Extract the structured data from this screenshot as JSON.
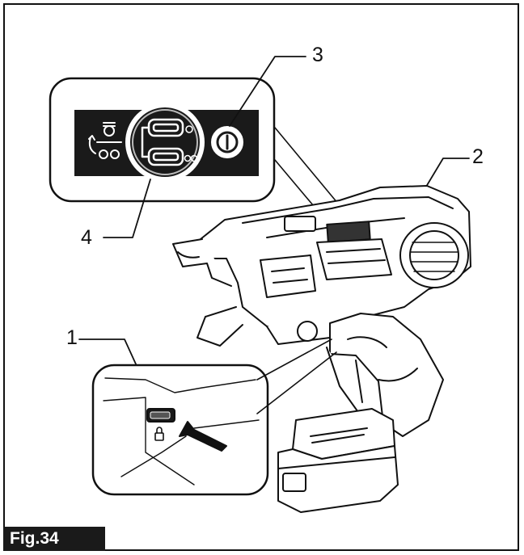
{
  "callouts": [
    {
      "id": "1",
      "label": "1"
    },
    {
      "id": "2",
      "label": "2"
    },
    {
      "id": "3",
      "label": "3"
    },
    {
      "id": "4",
      "label": "4"
    }
  ],
  "figure": {
    "label": "Fig.34"
  },
  "colors": {
    "ink": "#111111",
    "panel": "#1a1a1a",
    "paper": "#ffffff"
  }
}
